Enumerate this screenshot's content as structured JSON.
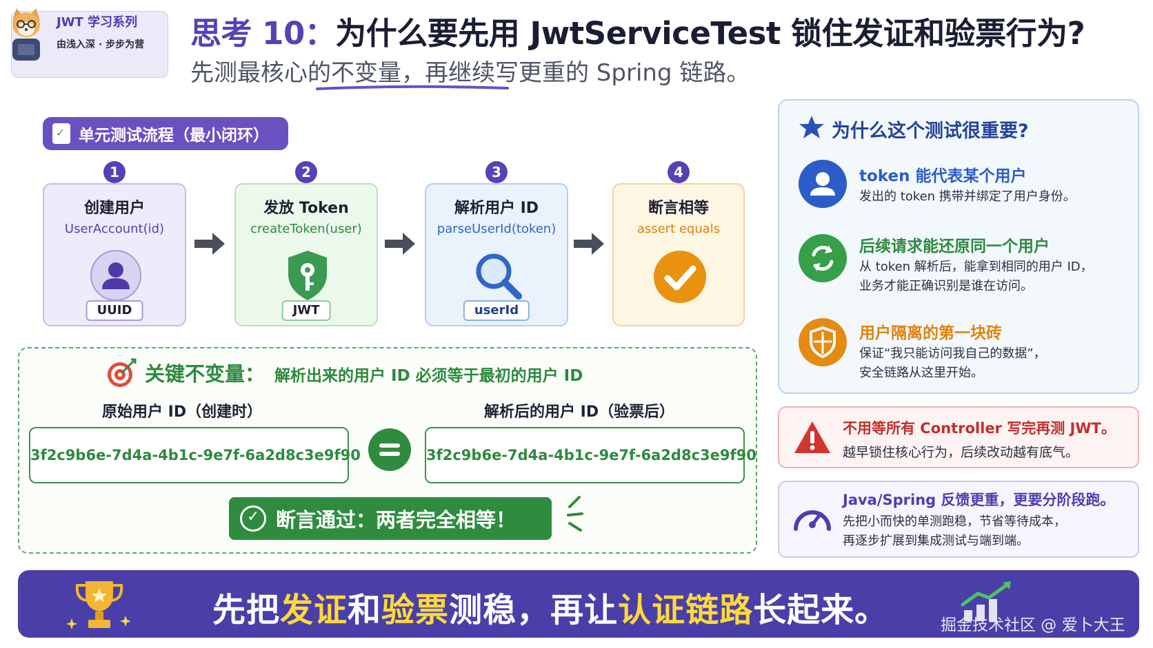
{
  "brand": {
    "title": "JWT 学习系列",
    "subtitle": "由浅入深 · 步步为营"
  },
  "header": {
    "title_num": "思考 10：",
    "title_rest": "为什么要先用 JwtServiceTest 锁住发证和验票行为?",
    "subtitle": "先测最核心的不变量，再继续写更重的 Spring 链路。"
  },
  "flow": {
    "tag": "单元测试流程（最小闭环）",
    "steps": [
      {
        "num": "1",
        "title": "创建用户",
        "code": "UserAccount(id)",
        "chip": "UUID",
        "icon": "user-icon",
        "color": "#5641b5"
      },
      {
        "num": "2",
        "title": "发放 Token",
        "code": "createToken(user)",
        "chip": "JWT",
        "icon": "key-shield-icon",
        "color": "#3a9a52"
      },
      {
        "num": "3",
        "title": "解析用户 ID",
        "code": "parseUserId(token)",
        "chip": "userId",
        "icon": "search-icon",
        "color": "#2f68c4"
      },
      {
        "num": "4",
        "title": "断言相等",
        "code": "assert equals",
        "chip": "",
        "icon": "check-icon",
        "color": "#e08a12"
      }
    ]
  },
  "invariant": {
    "head": "关键不变量：",
    "desc": "解析出来的用户 ID 必须等于最初的用户 ID",
    "left_label": "原始用户 ID（创建时）",
    "right_label": "解析后的用户 ID（验票后）",
    "left_id": "3f2c9b6e-7d4a-4b1c-9e7f-6a2d8c3e9f90",
    "right_id": "3f2c9b6e-7d4a-4b1c-9e7f-6a2d8c3e9f90",
    "pass": "断言通过：两者完全相等！"
  },
  "why": {
    "title": "为什么这个测试很重要?",
    "items": [
      {
        "title": "token 能代表某个用户",
        "desc1": "发出的 token 携带并绑定了用户身份。",
        "desc2": "",
        "icon": "user-icon",
        "color": "#2b5cc7"
      },
      {
        "title": "后续请求能还原同一个用户",
        "desc1": "从 token 解析后，能拿到相同的用户 ID，",
        "desc2": "业务才能正确识别是谁在访问。",
        "icon": "refresh-icon",
        "color": "#36a049"
      },
      {
        "title": "用户隔离的第一块砖",
        "desc1": "保证“我只能访问我自己的数据”，",
        "desc2": "安全链路从这里开始。",
        "icon": "shield-icon",
        "color": "#e58b12"
      }
    ]
  },
  "warning": {
    "title": "不用等所有 Controller 写完再测 JWT。",
    "desc": "越早锁住核心行为，后续改动越有底气。"
  },
  "speed": {
    "title": "Java/Spring 反馈更重，更要分阶段跑。",
    "desc1": "先把小而快的单测跑稳，节省等待成本，",
    "desc2": "再逐步扩展到集成测试与端到端。"
  },
  "banner": {
    "p1": "先把",
    "h1": "发证",
    "p2": "和",
    "h2": "验票",
    "p3": "测稳，再让",
    "h3": "认证链路",
    "p4": "长起来。"
  },
  "watermark": "掘金技术社区 @ 爱卜大王",
  "colors": {
    "accent": "#5641b5",
    "success": "#2f8c3f",
    "banner": "#4a3fa8",
    "highlight": "#ffd93a"
  }
}
